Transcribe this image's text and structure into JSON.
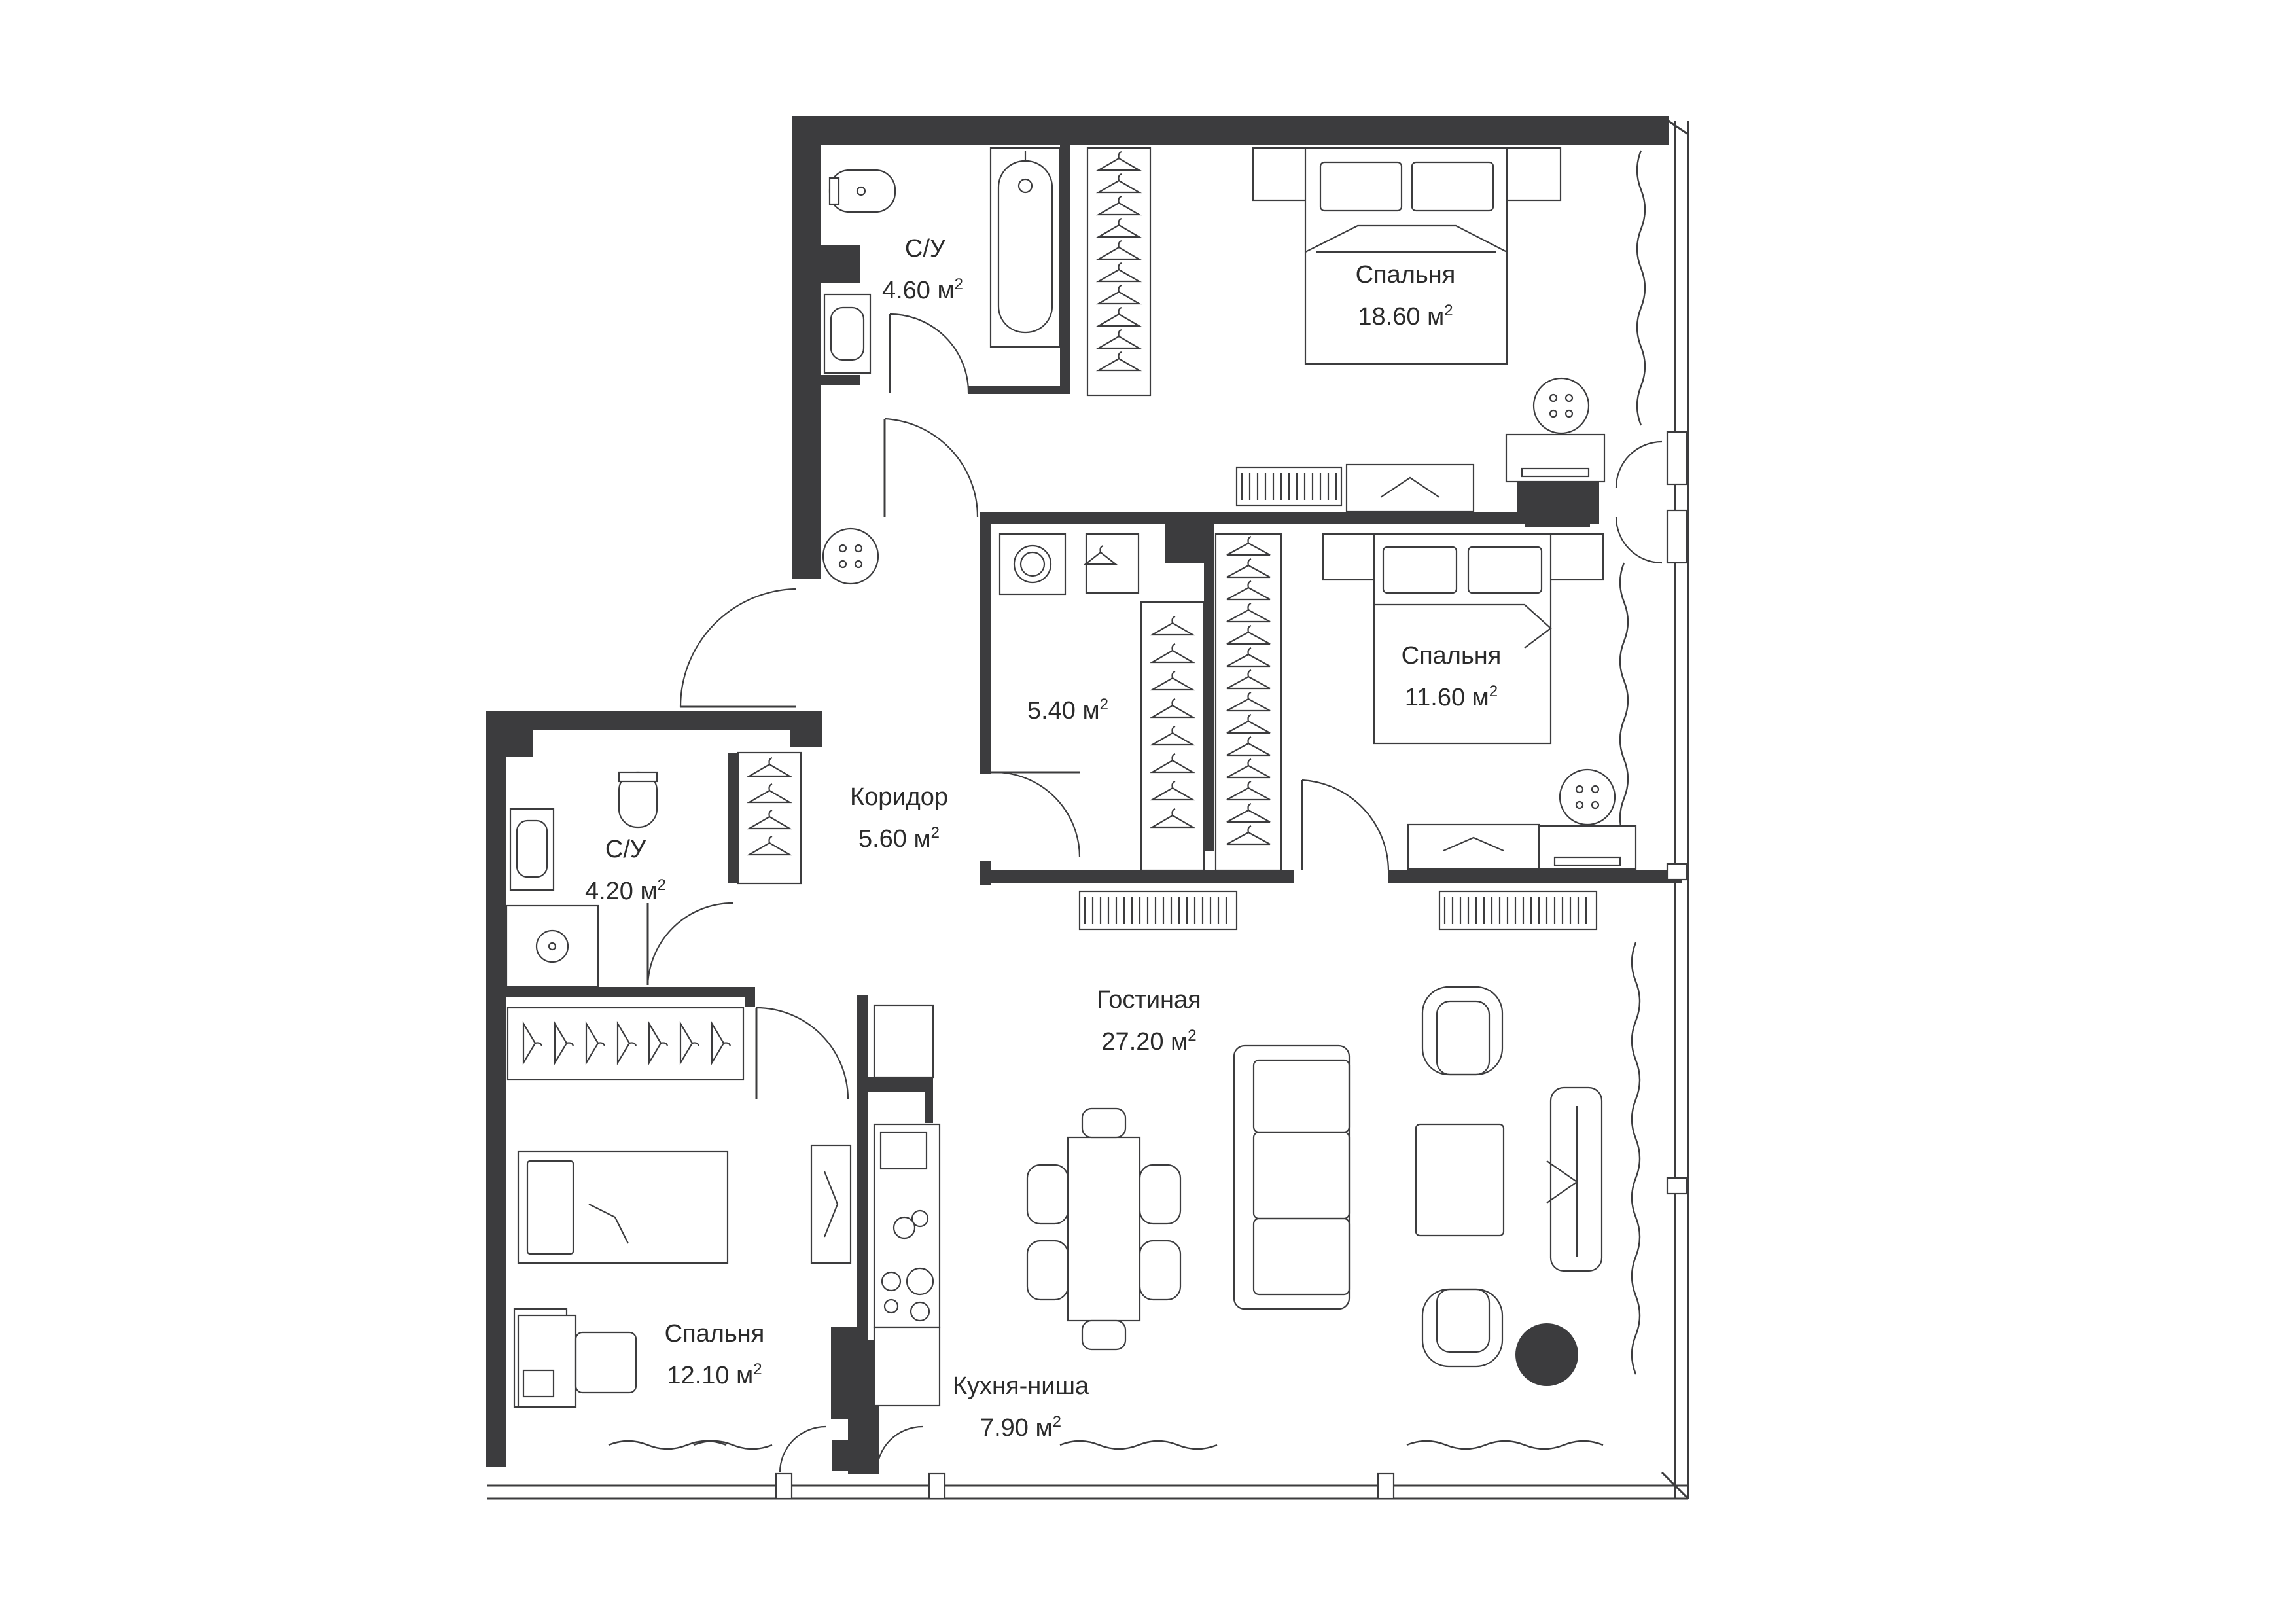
{
  "colors": {
    "wall": "#3c3c3e",
    "line": "#3c3c3e",
    "background": "#ffffff",
    "plant": "#3c3c3e"
  },
  "rooms": [
    {
      "id": "bath1",
      "name": "С/У",
      "area": "4.60 м",
      "sup": "2"
    },
    {
      "id": "bedroom1",
      "name": "Спальня",
      "area": "18.60 м",
      "sup": "2"
    },
    {
      "id": "wardrobe",
      "name": "",
      "area": "5.40 м",
      "sup": "2"
    },
    {
      "id": "bedroom2",
      "name": "Спальня",
      "area": "11.60 м",
      "sup": "2"
    },
    {
      "id": "corridor",
      "name": "Коридор",
      "area": "5.60 м",
      "sup": "2"
    },
    {
      "id": "bath2",
      "name": "С/У",
      "area": "4.20 м",
      "sup": "2"
    },
    {
      "id": "living",
      "name": "Гостиная",
      "area": "27.20 м",
      "sup": "2"
    },
    {
      "id": "bedroom3",
      "name": "Спальня",
      "area": "12.10 м",
      "sup": "2"
    },
    {
      "id": "kitchen",
      "name": "Кухня-ниша",
      "area": "7.90 м",
      "sup": "2"
    }
  ],
  "icons": [
    "toilet-icon",
    "bathtub-icon",
    "sink-icon",
    "shower-icon",
    "washing-machine-icon",
    "hanger-icon",
    "bed-icon",
    "radiator-icon",
    "stove-icon",
    "armchair-icon",
    "sofa-icon",
    "dining-table-icon",
    "desk-icon",
    "plant-icon"
  ]
}
